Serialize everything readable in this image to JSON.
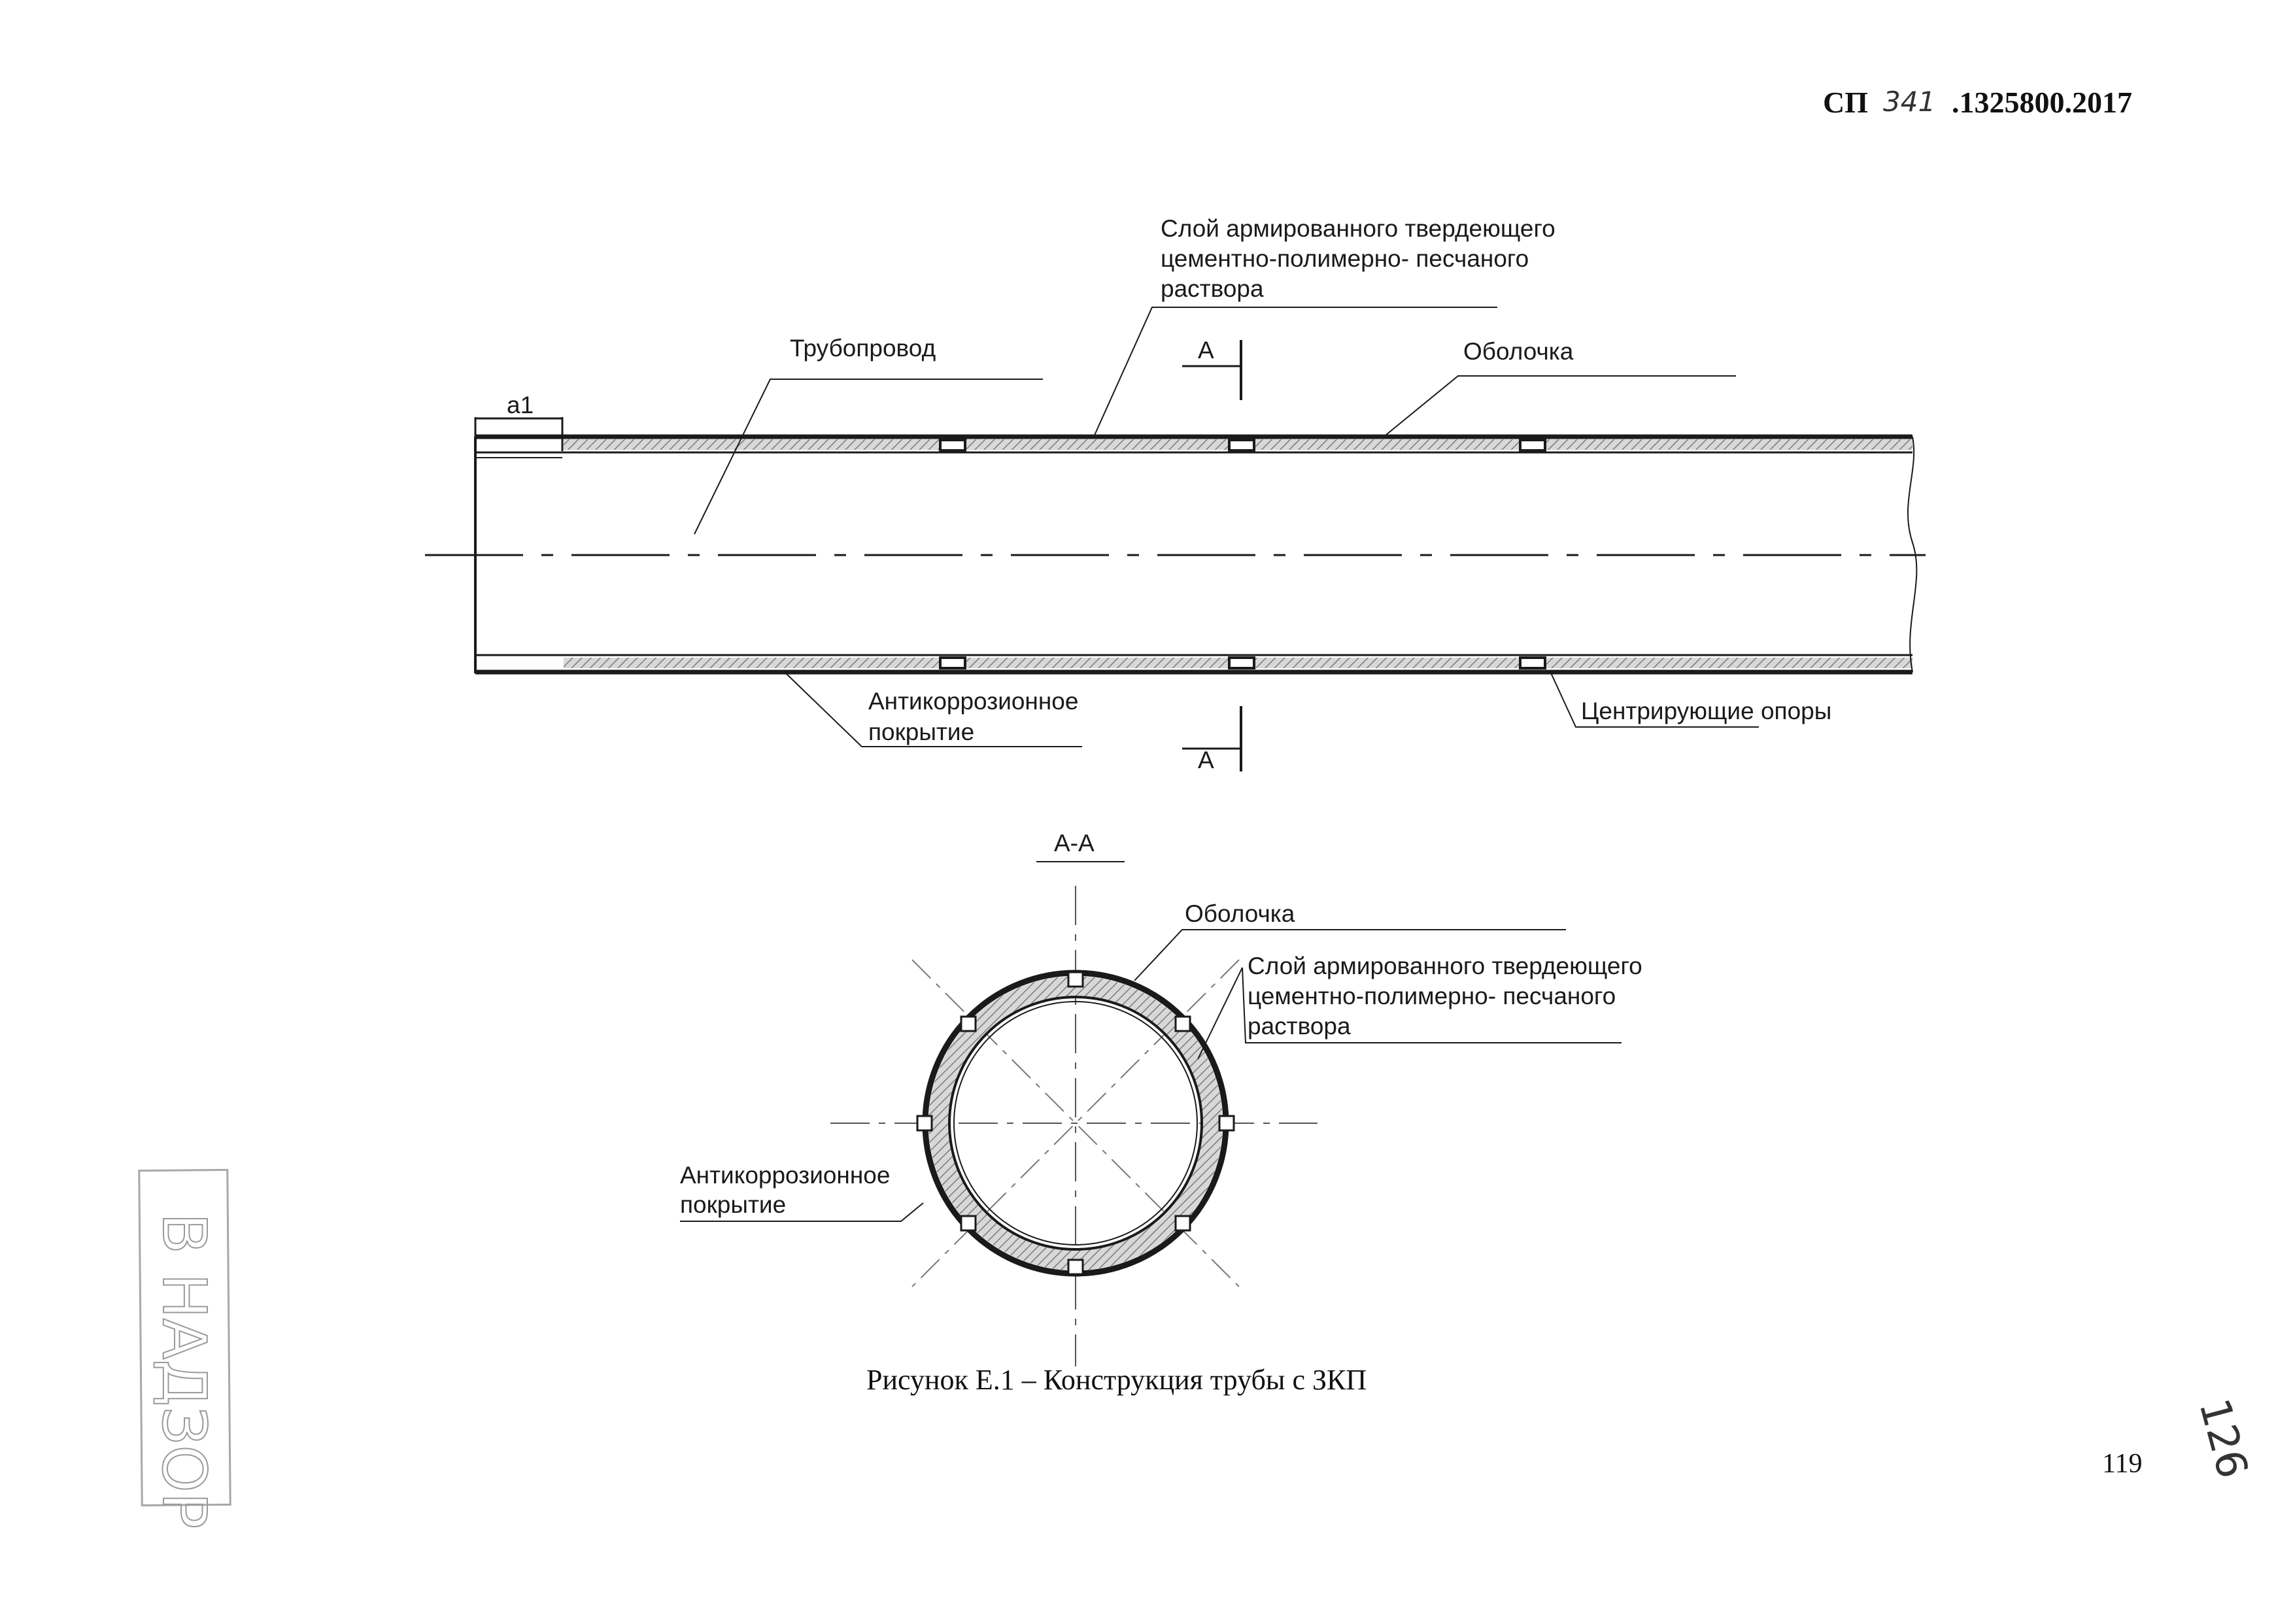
{
  "header": {
    "code_prefix": "СП",
    "code_handwritten": "341",
    "code_suffix": ".1325800.2017"
  },
  "longitudinal_view": {
    "dimension_a1": "а1",
    "label_pipeline": "Трубопровод",
    "label_layer": [
      "Слой армированного твердеющего",
      "цементно-полимерно- песчаного",
      "раствора"
    ],
    "label_shell": "Оболочка",
    "label_coating": [
      "Антикоррозионное",
      "покрытие"
    ],
    "label_supports": "Центрирующие опоры",
    "section_mark_top": "А",
    "section_mark_bottom": "А"
  },
  "cross_section": {
    "title": "А-А",
    "label_shell": "Оболочка",
    "label_layer": [
      "Слой армированного твердеющего",
      "цементно-полимерно- песчаного",
      "раствора"
    ],
    "label_coating": [
      "Антикоррозионное",
      "покрытие"
    ]
  },
  "caption": "Рисунок Е.1 – Конструкция трубы с ЗКП",
  "page_number": "119",
  "handwritten_sheet_number": "126",
  "stamp_text": "В НАДЗОР",
  "colors": {
    "ink": "#1a1a1a",
    "hatch": "#8c8c8c",
    "stamp": "#9a9a9a"
  }
}
